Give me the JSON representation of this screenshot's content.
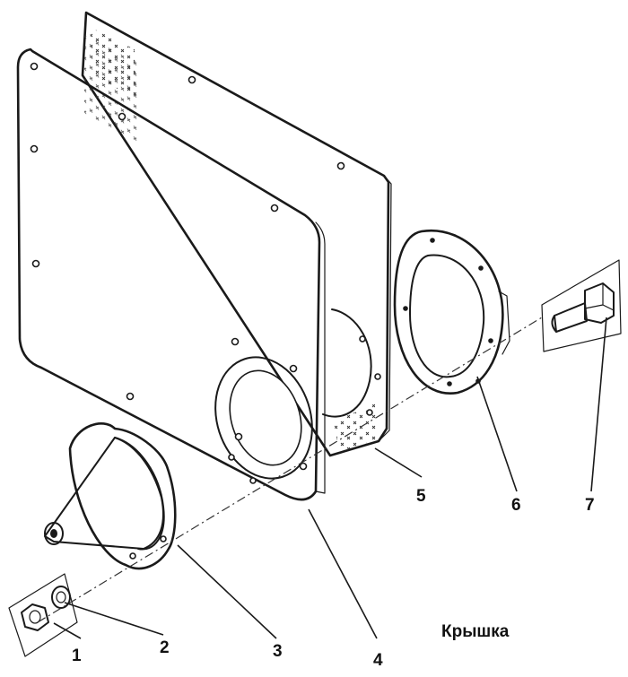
{
  "title": "Крышка",
  "callouts": [
    "1",
    "2",
    "3",
    "4",
    "5",
    "6",
    "7"
  ]
}
